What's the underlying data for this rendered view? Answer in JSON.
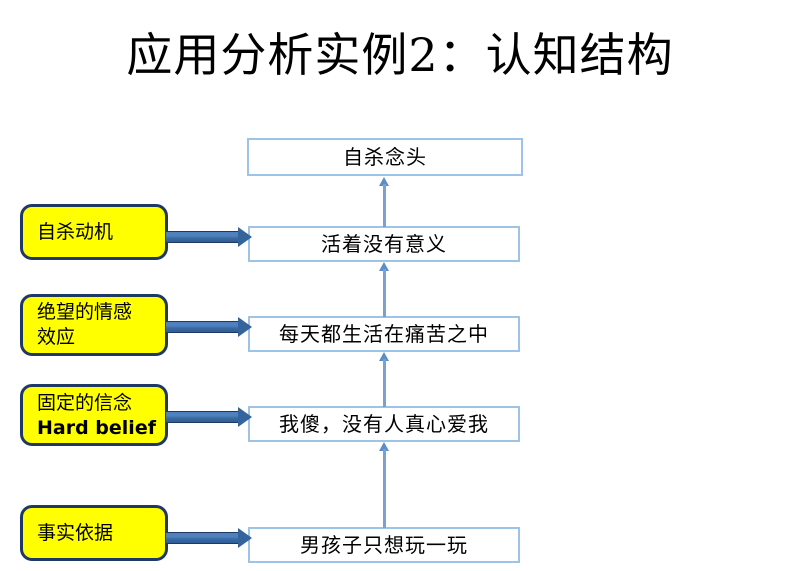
{
  "slide": {
    "title": "应用分析实例2：认知结构",
    "background_color": "#FFFFFF"
  },
  "colors": {
    "tag_fill": "#FFFF00",
    "tag_border": "#1F3864",
    "node_border": "#9DC3E6",
    "node_fill": "#FFFFFF",
    "block_arrow": "#4E81BD",
    "connector_arrow": "#7BA2CF"
  },
  "chain": {
    "nodes": [
      {
        "id": "node-1",
        "text": "自杀念头"
      },
      {
        "id": "node-2",
        "text": "活着没有意义"
      },
      {
        "id": "node-3",
        "text": "每天都生活在痛苦之中"
      },
      {
        "id": "node-4",
        "text": "我傻，没有人真心爱我"
      },
      {
        "id": "node-5",
        "text": "男孩子只想玩一玩"
      }
    ],
    "tags": [
      {
        "id": "tag-1",
        "line1": "自杀动机",
        "line2": ""
      },
      {
        "id": "tag-2",
        "line1": "绝望的情感",
        "line2": "效应"
      },
      {
        "id": "tag-3",
        "line1": "固定的信念",
        "line2": "Hard belief"
      },
      {
        "id": "tag-4",
        "line1": "事实依据",
        "line2": ""
      }
    ],
    "connectors": [
      {
        "id": "connector-1",
        "from": "node-2",
        "to": "node-1",
        "direction": "up"
      },
      {
        "id": "connector-2",
        "from": "node-3",
        "to": "node-2",
        "direction": "up"
      },
      {
        "id": "connector-3",
        "from": "node-4",
        "to": "node-3",
        "direction": "up"
      },
      {
        "id": "connector-4",
        "from": "node-5",
        "to": "node-4",
        "direction": "up"
      }
    ],
    "pointers": [
      {
        "id": "pointer-1",
        "from": "tag-1",
        "to": "node-2",
        "direction": "right"
      },
      {
        "id": "pointer-2",
        "from": "tag-2",
        "to": "node-3",
        "direction": "right"
      },
      {
        "id": "pointer-3",
        "from": "tag-3",
        "to": "node-4",
        "direction": "right"
      },
      {
        "id": "pointer-4",
        "from": "tag-4",
        "to": "node-5",
        "direction": "right"
      }
    ]
  }
}
